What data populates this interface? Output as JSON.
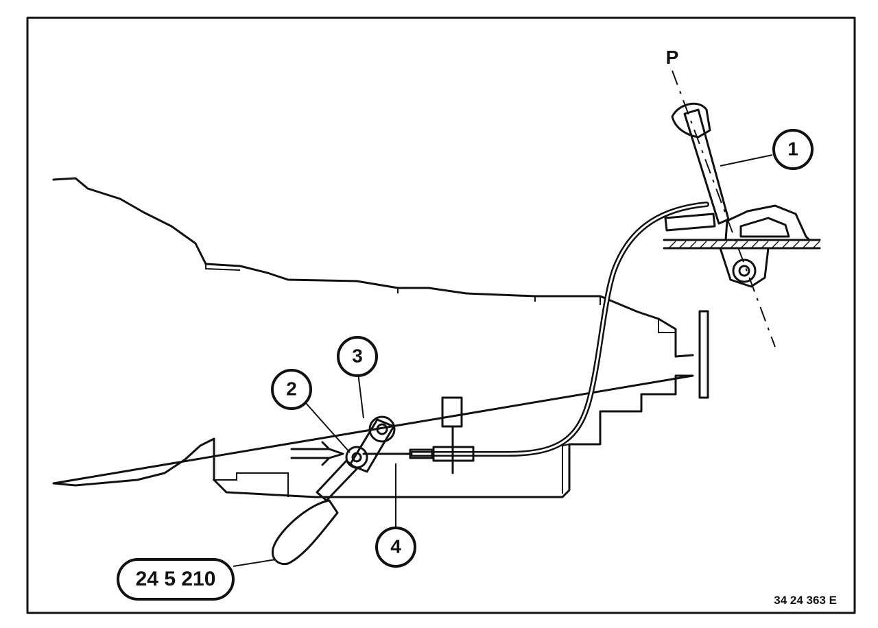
{
  "labels": {
    "p": "P",
    "callout_1": "1",
    "callout_2": "2",
    "callout_3": "3",
    "callout_4": "4",
    "tool": "24 5 210",
    "figure_id": "34 24 363 E"
  },
  "colors": {
    "ink": "#111111",
    "background": "#ffffff"
  }
}
